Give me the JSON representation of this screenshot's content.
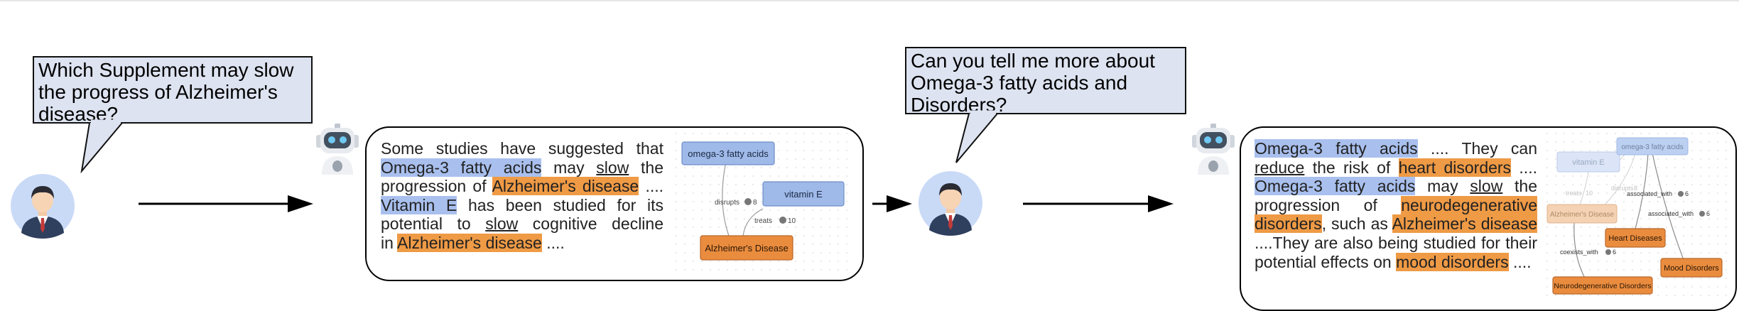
{
  "question1": {
    "lines": [
      "Which Supplement may slow",
      "the progress of Alzheimer's",
      "disease?"
    ]
  },
  "question2": {
    "lines": [
      "Can you tell me more about",
      "Omega-3 fatty acids and",
      "Disorders?"
    ]
  },
  "answer1": {
    "parts": {
      "l1": "Some studies have suggested that",
      "omega": "Omega-3 fatty acids",
      "may": "may",
      "slow": "slow",
      "the": "the",
      "progression_of": "progression of",
      "alz": "Alzheimer's disease",
      "dots": "....",
      "vite": "Vitamin E",
      "has_been": "has been studied for its",
      "potential_to": "potential to",
      "slow2": "slow",
      "cognitive": "cognitive decline",
      "in": "in",
      "alz2": "Alzheimer's disease",
      "dots2": "...."
    }
  },
  "graph1": {
    "nodes": {
      "omega": "omega-3 fatty acids",
      "vite": "vitamin E",
      "alz": "Alzheimer's Disease"
    },
    "edges": {
      "disrupts": "disrupts",
      "disrupts_count": "8",
      "treats": "treats",
      "treats_count": "10"
    }
  },
  "answer2": {
    "parts": {
      "omega": "Omega-3 fatty acids",
      "dots": "....",
      "they_can": "They can",
      "reduce": "reduce",
      "risk_of": "the risk of",
      "heart": "heart disorders",
      "dots2": "....",
      "omega2": "Omega-3 fatty acids",
      "may": "may",
      "slow": "slow",
      "the": "the",
      "progression": "progression",
      "of": "of",
      "neuro": "neurodegenerative",
      "disorders": "disorders",
      "such_as": ", such as",
      "alz": "Alzheimer's disease",
      "studied": "....They are also being studied for their",
      "potential": "potential effects on",
      "mood": "mood disorders",
      "dots3": "...."
    }
  },
  "graph2": {
    "nodes": {
      "vite": "vitamin E",
      "omega": "omega-3 fatty acids",
      "alz": "Alzheimer's Disease",
      "heart": "Heart Diseases",
      "mood": "Mood Disorders",
      "neuro": "Neurodegenerative Disorders"
    },
    "edges": {
      "disrupts": "disrupts",
      "disrupts_count": "8",
      "treats": "treats",
      "treats_count": "10",
      "assoc1": "associated_with",
      "assoc1_count": "6",
      "assoc2": "associated_with",
      "assoc2_count": "6",
      "coexists": "coexists_with",
      "coexists_count": "6"
    }
  },
  "colors": {
    "highlight_blue": "#a9c0ee",
    "highlight_orange": "#ef9a45",
    "bubble": "#dde3f0",
    "node_blue": "#9fb9e8",
    "node_orange": "#ea8c3e"
  },
  "icons": [
    "user-avatar-icon",
    "robot-icon",
    "arrow-right-icon"
  ]
}
